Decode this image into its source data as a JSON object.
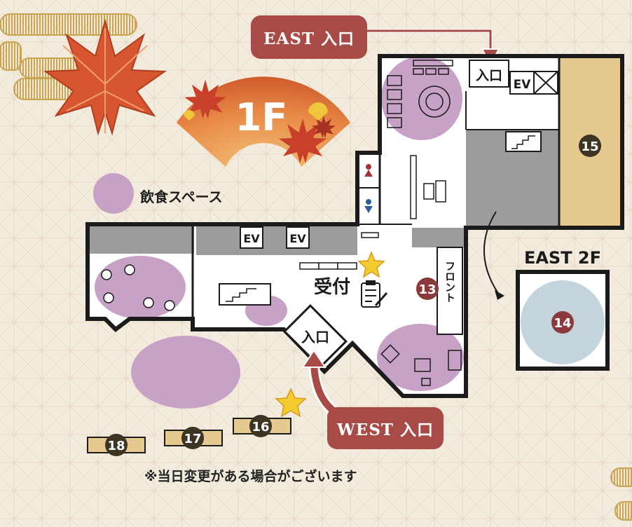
{
  "floor_label": "1F",
  "labels": {
    "east_entrance": "EAST 入口",
    "west_entrance": "WEST 入口",
    "entrance": "入口",
    "ev": "EV",
    "reception": "受付",
    "front": "フロント",
    "east_2f": "EAST 2F"
  },
  "legend": {
    "dining_space": "飲食スペース"
  },
  "markers": [
    "13",
    "14",
    "15",
    "16",
    "17",
    "18"
  ],
  "note": "※当日変更がある場合がございます",
  "colors": {
    "background": "#f3ebde",
    "wall": "#1b1b1b",
    "gray_area": "#9c9c9c",
    "dining": "#c7a1c6",
    "tan_area": "#e5c98f",
    "east2f_circle": "#c4d4dd",
    "label_bg": "#a84a45",
    "marker_dark": "#3c3523",
    "marker_red": "#8a3a3c",
    "star": "#f5cc2f"
  },
  "icons": [
    "maple-leaf-icon",
    "ginkgo-leaf-icon",
    "star-icon",
    "clipboard-icon",
    "stairs-icon",
    "elevator-icon",
    "restroom-female-icon",
    "restroom-male-icon",
    "arrow-icon",
    "cloud-pattern-icon",
    "table-icon",
    "chair-icon"
  ]
}
